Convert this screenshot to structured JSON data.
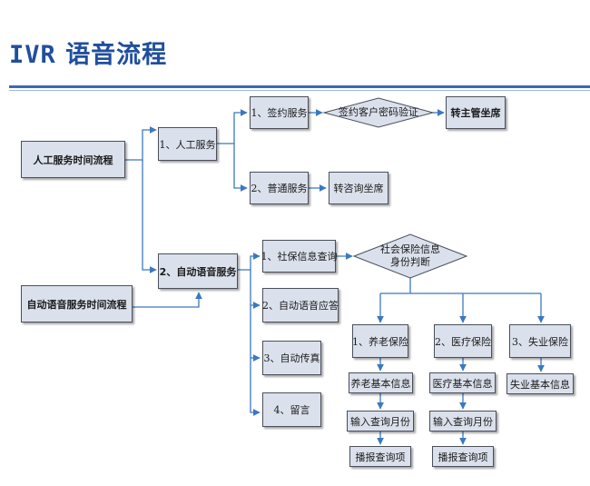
{
  "title": {
    "latin": "IVR",
    "cn": "语音流程"
  },
  "colors": {
    "title": "#1f4f9e",
    "rule": "#3d66b8",
    "box_fill": "#dbe1ec",
    "connector": "#3a78c2",
    "outline": "#4a4f59"
  },
  "nodes": {
    "manual_flow": "人工服务时间流程",
    "auto_flow": "自动语音服务时间流程",
    "manual_service": "1、人工服务",
    "auto_service": "2、自动语音服务",
    "contract_service": "1、签约服务",
    "password_check": "签约客户密码验证",
    "transfer_supervisor": "转主管坐席",
    "normal_service": "2、普通服务",
    "transfer_consult": "转咨询坐席",
    "social_query": "1、社保信息查询",
    "auto_reply": "2、自动语音应答",
    "auto_fax": "3、自动传真",
    "leave_message": "4、留言",
    "identity_check_line1": "社会保险信息",
    "identity_check_line2": "身份判断",
    "pension": "1、养老保险",
    "medical": "2、医疗保险",
    "unemployment": "3、失业保险",
    "pension_info": "养老基本信息",
    "medical_info": "医疗基本信息",
    "unemployment_info": "失业基本信息",
    "pension_month": "输入查询月份",
    "medical_month": "输入查询月份",
    "pension_play": "播报查询项",
    "medical_play": "播报查询项"
  }
}
